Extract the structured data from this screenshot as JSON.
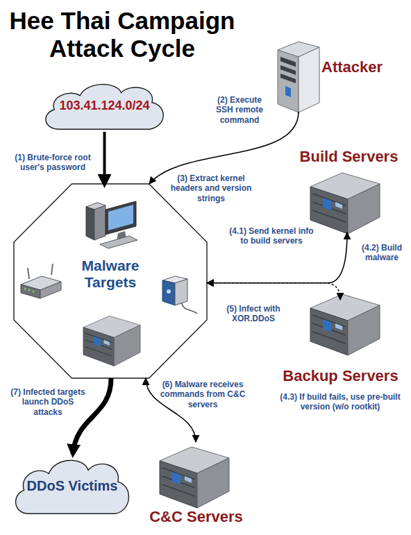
{
  "diagram": {
    "title": "Hee Thai Campaign Attack Cycle",
    "nodes": [
      {
        "text": [
          "103.41.124.0/24"
        ]
      },
      {
        "text": [
          "Attacker"
        ]
      },
      {
        "text": [
          "Build Servers"
        ]
      },
      {
        "text": [
          "Malware Targets"
        ]
      },
      {
        "text": [
          "Backup Servers"
        ]
      },
      {
        "text": [
          "DDoS Victims"
        ]
      },
      {
        "text": [
          "C&C Servers"
        ]
      }
    ],
    "edges": [
      {
        "from": 0,
        "to": 3,
        "label": "(1) Brute-force root user's password",
        "arrow": "to"
      },
      {
        "from": 1,
        "to": 3,
        "label": "(2) Execute SSH remote command",
        "arrow": "to"
      },
      {
        "from": 3,
        "to": 2,
        "label": "(4.1) Send kernel info to build servers",
        "arrow": "both"
      },
      {
        "from": 3,
        "to": 4,
        "label": "(5) Infect with XOR.DDoS",
        "arrow": "both"
      },
      {
        "from": 6,
        "to": 3,
        "label": "(6) Malware receives commands from C&C servers",
        "arrow": "both"
      },
      {
        "from": 3,
        "to": 5,
        "label": "(7) Infected targets launch DDoS attacks",
        "arrow": "to"
      }
    ],
    "labels": [
      "(3) Extract kernel headers and version strings",
      "(4.2) Build malware",
      "(4.3) If build fails, use pre-built version (w/o rootkit)"
    ]
  }
}
